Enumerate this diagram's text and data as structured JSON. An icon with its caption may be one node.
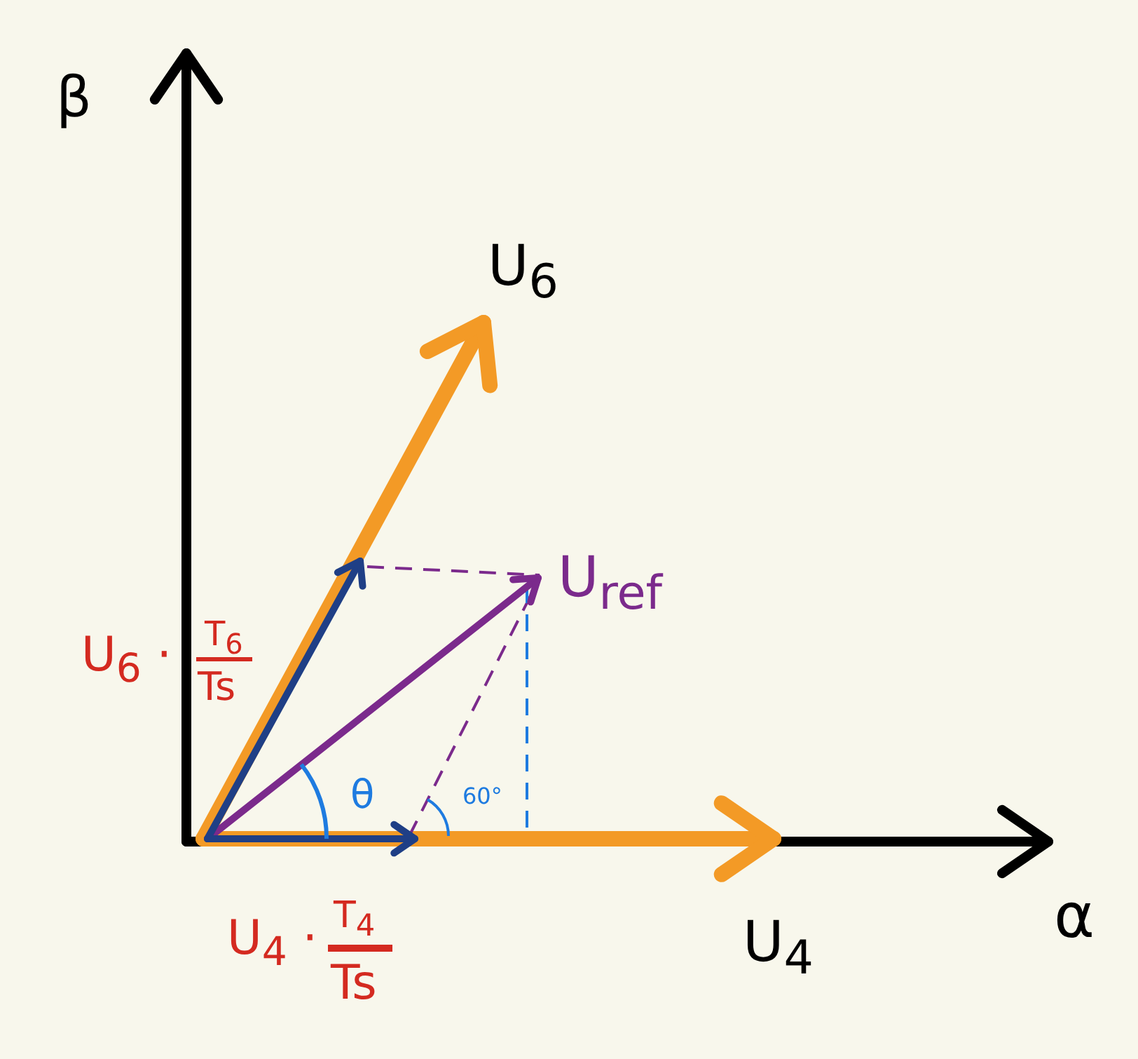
{
  "diagram": {
    "labels": [
      "β",
      "U$_{6}$",
      "U$_{ref}$",
      "U$_{6}$ ·",
      "T$_{6}$",
      "Ts",
      "θ",
      "60°",
      "α",
      "T$_{4}$",
      "U$_{4}$ ·",
      "U$_{4}$",
      "Ts"
    ]
  }
}
